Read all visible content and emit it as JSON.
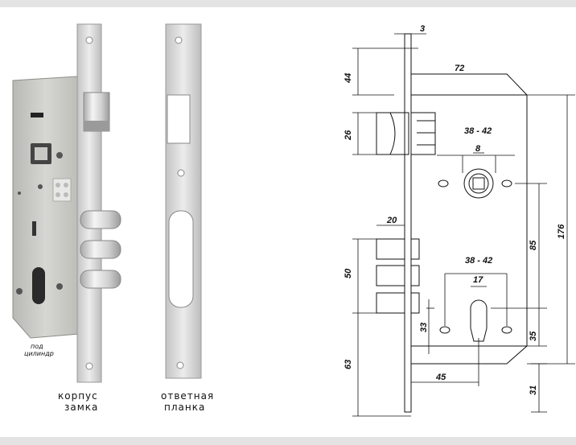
{
  "labels": {
    "cylinder_note_line1": "под",
    "cylinder_note_line2": "цилиндр",
    "lock_body_line1": "корпус",
    "lock_body_line2": "замка",
    "strike_plate_line1": "ответная",
    "strike_plate_line2": "планка"
  },
  "dimensions": {
    "faceplate_thickness": "3",
    "top_offset": "44",
    "latch_height": "26",
    "backset_depth": "72",
    "handle_spacing": "38 - 42",
    "spindle_square": "8",
    "total_height": "176",
    "bolt_throw": "20",
    "bolt_group_height": "50",
    "cylinder_screw_spacing": "38 - 42",
    "cylinder_width": "17",
    "handle_to_cylinder": "85",
    "cylinder_height": "33",
    "cylinder_to_bottom": "35",
    "backset": "45",
    "bottom_offset": "63",
    "bottom_margin": "31"
  },
  "colors": {
    "frame_bar": "#e3e3e3",
    "metal": "#c9c9c6",
    "line": "#111111"
  }
}
